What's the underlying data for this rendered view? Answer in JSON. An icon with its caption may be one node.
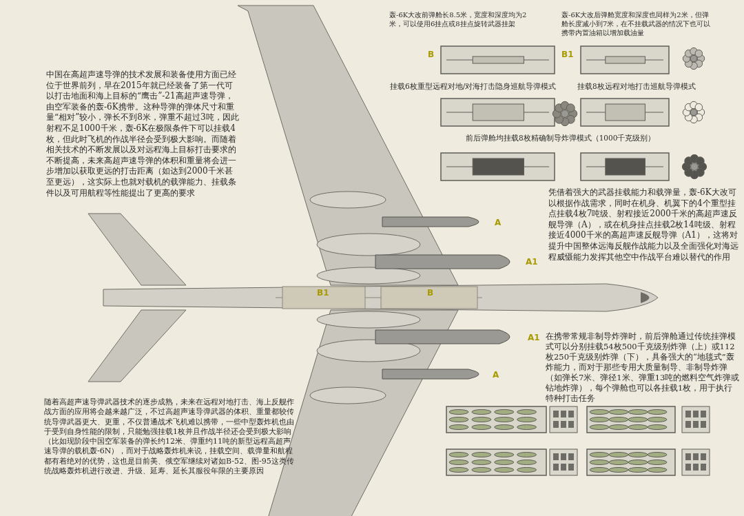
{
  "diagram": {
    "labels": [
      "轰-6K大改前弹舱长8.5米，宽度和深度均为2米，可以使用6挂点或8挂点旋转武器挂架",
      "轰-6K大改后弹舱宽度和深度也同样为2米，但弹舱长度减小到7米，在不挂载武器的情况下也可以携带内置油箱以增加载油量",
      "B",
      "B1",
      "挂载6枚重型远程对地/对海打击隐身巡航导弹模式",
      "挂载8枚远程对地打击巡航导弹模式",
      "前后弹舱均挂载8枚精确制导炸弹模式（1000千克级别）",
      "中国在高超声速导弹的技术发展和装备使用方面已经位于世界前列，早在2015年就已经装备了第一代可以打击地面和海上目标的“鹰击”-21高超声速导弹，由空军装备的轰-6K携带。这种导弹的弹体尺寸和重量“相对”较小，弹长不到8米，弹重不超过3吨，因此射程不足1000千米，轰-6K在极限条件下可以挂载4枚，但此时飞机的作战半径会受到极大影响。而随着相关技术的不断发展以及对远程海上目标打击要求的不断提高，未来高超声速导弹的体积和重量将会进一步增加以获取更远的打击距离（如达到2000千米甚至更远），这实际上也就对载机的载弹能力、挂载条件以及可用航程等性能提出了更高的要求",
      "A",
      "A1",
      "B1",
      "B",
      "A1",
      "A",
      "凭借着强大的武器挂载能力和载弹量，轰-6K大改可以根据作战需求，同时在机身、机翼下的4个重型挂点挂载4枚7吨级、射程接近2000千米的高超声速反舰导弹（A），或在机身挂点挂载2枚14吨级、射程接近4000千米的高超声速反舰导弹（A1），这将对提升中国整体远海反舰作战能力以及全面强化对海远程威慑能力发挥其他空中作战平台难以替代的作用",
      "在携带常规非制导炸弹时，前后弹舱通过传统挂弹模式可以分别挂载54枚500千克级别炸弹（上）或112枚250千克级别炸弹（下），具备强大的“地毯式”轰炸能力，而对于那些专用大质量制导、非制导炸弹（如弹长7米、弹径1米、弹重13吨的燃料空气炸弹或钻地炸弹），每个弹舱也可以各挂载1枚，用于执行特种打击任务",
      "随着高超声速导弹武器技术的逐步成熟，未来在远程对地打击、海上反舰作战方面的应用将会越来越广泛，不过高超声速导弹武器的体积、重量都较传统导弹武器更大、更重，不仅普通战术飞机难以携带，一些中型轰炸机也由于受到自身性能的限制，只能勉强挂载1枚并且作战半径还会受到极大影响（比如现阶段中国空军装备的弹长约12米、弹重约11吨的新型远程高超声速导弹的载机轰-6N），而对于战略轰炸机来说，挂载空间、载弹量和航程都有着绝对的优势，这也是目前美、俄空军继续对诸如B-52、图-95这类传统战略轰炸机进行改进、升级、延寿、延长其服役年限的主要原因"
    ]
  }
}
